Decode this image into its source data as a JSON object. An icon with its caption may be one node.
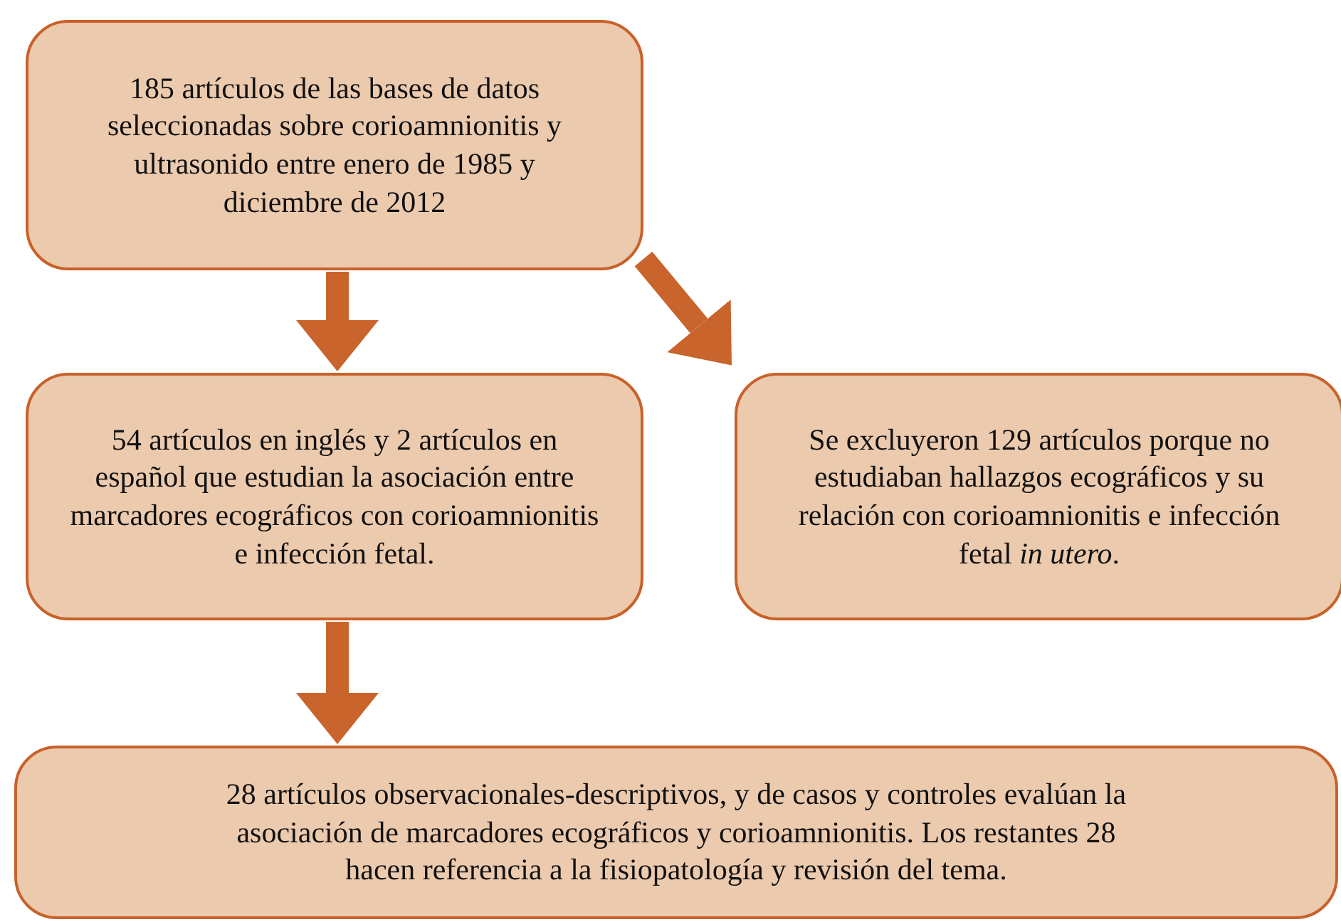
{
  "diagram": {
    "nodes": [
      {
        "text": [
          "185 artículos de las bases de datos seleccionadas sobre corioamnionitis y ultrasonido entre enero de 1985 y diciembre de 2012"
        ]
      },
      {
        "text": [
          "54 artículos en inglés y 2 artículos en español que estudian la asociación entre marcadores ecográficos con corioamnionitis e infección fetal."
        ]
      },
      {
        "text": [
          "Se excluyeron 129 artículos porque no estudiaban hallazgos ecográficos y su relación con corioamnionitis e infección fetal *in utero*."
        ]
      },
      {
        "text": [
          "28 artículos observacionales-descriptivos, y de casos y controles evalúan la asociación de marcadores ecográficos y corioamnionitis. Los restantes 28 hacen referencia a la fisiopatología y revisión del tema."
        ]
      }
    ],
    "edges": [
      {
        "from": 0,
        "to": 1,
        "arrow": "to"
      },
      {
        "from": 0,
        "to": 2,
        "arrow": "to"
      },
      {
        "from": 1,
        "to": 3,
        "arrow": "to"
      }
    ]
  }
}
